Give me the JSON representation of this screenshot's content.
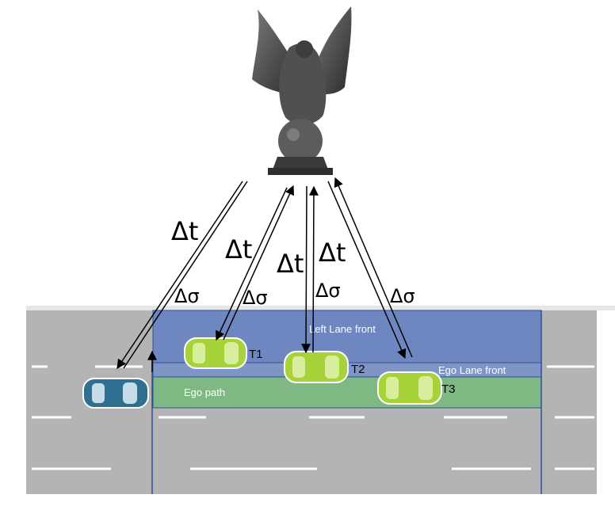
{
  "colors": {
    "road": "#b4b4b4",
    "road_edge": "#e6e6e6",
    "lane_marking": "#ffffff",
    "left_lane_region": "#6f87c0",
    "ego_lane_region": "#80b883",
    "region_border": "#2f4f94",
    "target_car": "#a8d23a",
    "ego_car": "#2f6f8f",
    "arrow": "#000000",
    "statue": "#4a4a4a"
  },
  "regions": {
    "left_lane_front": "Left Lane front",
    "ego_lane_front": "Ego Lane front",
    "ego_path": "Ego path"
  },
  "targets": [
    "T1",
    "T2",
    "T3"
  ],
  "signals": {
    "time_label": "Δt",
    "sigma_label": "Δσ"
  },
  "icons": {
    "observer": "gargoyle-statue-icon",
    "ego_vehicle": "ego-car-icon",
    "target_vehicle": "target-car-icon"
  }
}
